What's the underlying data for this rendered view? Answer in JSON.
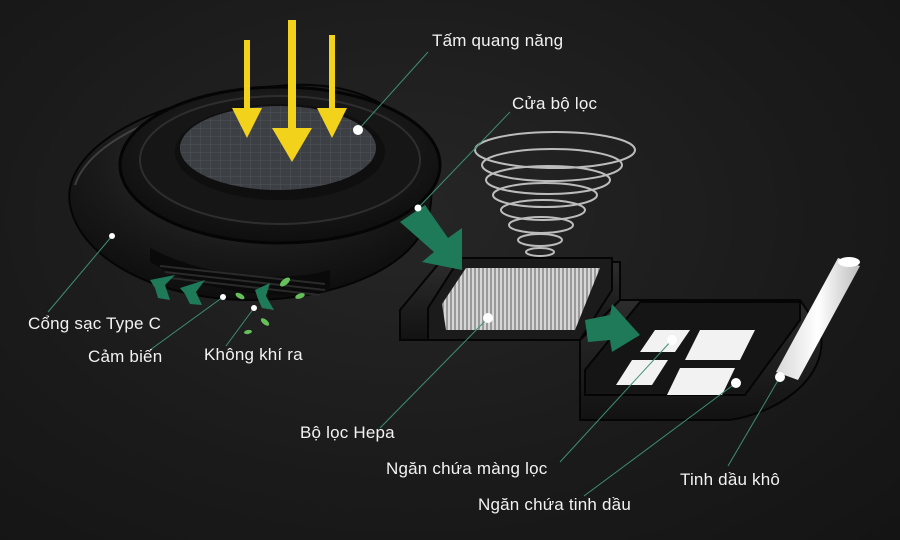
{
  "diagram": {
    "labels": {
      "solar_panel": "Tấm quang năng",
      "filter_door": "Cửa bộ lọc",
      "type_c_port": "Cổng sạc Type C",
      "sensor": "Cảm biến",
      "air_out": "Không khí ra",
      "hepa_filter": "Bộ lọc Hepa",
      "membrane_compartment": "Ngăn chứa màng lọc",
      "oil_compartment": "Ngăn chứa tinh dầu",
      "dry_essential_oil": "Tinh dầu khô"
    },
    "colors": {
      "background": "#1c1c1c",
      "leader_line": "#3d8f6f",
      "arrow_green": "#1f7a5a",
      "sun_arrow": "#f2d21b",
      "label_text": "#f2f2f2",
      "dot": "#ffffff"
    }
  }
}
